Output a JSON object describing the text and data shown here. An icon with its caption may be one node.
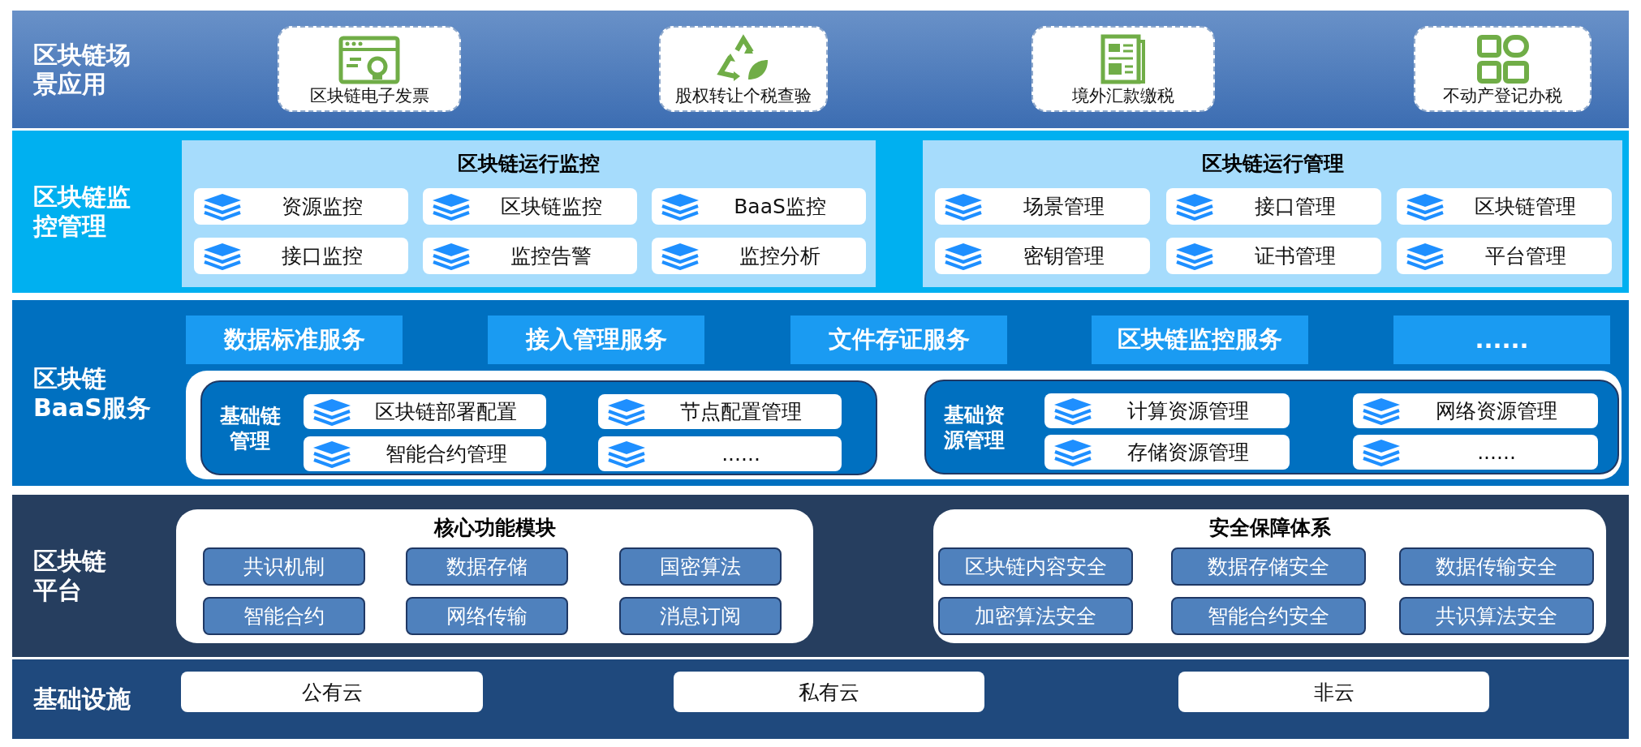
{
  "diagram": {
    "nodes": [
      {
        "text": [
          "区块链场景应用"
        ]
      },
      {
        "text": [
          "区块链电子发票"
        ],
        "in": 0
      },
      {
        "text": [
          "股权转让个税查验"
        ],
        "in": 0
      },
      {
        "text": [
          "境外汇款缴税"
        ],
        "in": 0
      },
      {
        "text": [
          "不动产登记办税"
        ],
        "in": 0
      },
      {
        "text": [
          "区块链监控管理"
        ]
      },
      {
        "text": [
          "区块链运行监控"
        ],
        "in": 5
      },
      {
        "text": [
          "资源监控"
        ],
        "in": 6
      },
      {
        "text": [
          "区块链监控"
        ],
        "in": 6
      },
      {
        "text": [
          "BaaS监控"
        ],
        "in": 6
      },
      {
        "text": [
          "接口监控"
        ],
        "in": 6
      },
      {
        "text": [
          "监控告警"
        ],
        "in": 6
      },
      {
        "text": [
          "监控分析"
        ],
        "in": 6
      },
      {
        "text": [
          "区块链运行管理"
        ],
        "in": 5
      },
      {
        "text": [
          "场景管理"
        ],
        "in": 13
      },
      {
        "text": [
          "接口管理"
        ],
        "in": 13
      },
      {
        "text": [
          "区块链管理"
        ],
        "in": 13
      },
      {
        "text": [
          "密钥管理"
        ],
        "in": 13
      },
      {
        "text": [
          "证书管理"
        ],
        "in": 13
      },
      {
        "text": [
          "平台管理"
        ],
        "in": 13
      },
      {
        "text": [
          "区块链BaaS服务"
        ]
      },
      {
        "text": [
          "数据标准服务"
        ],
        "in": 20
      },
      {
        "text": [
          "接入管理服务"
        ],
        "in": 20
      },
      {
        "text": [
          "文件存证服务"
        ],
        "in": 20
      },
      {
        "text": [
          "区块链监控服务"
        ],
        "in": 20
      },
      {
        "text": [
          "......"
        ],
        "in": 20
      },
      {
        "text": [],
        "shape": "box",
        "in": 20
      },
      {
        "text": [
          "基础链管理"
        ],
        "in": 26
      },
      {
        "text": [
          "区块链部署配置"
        ],
        "in": 27
      },
      {
        "text": [
          "节点配置管理"
        ],
        "in": 27
      },
      {
        "text": [
          "智能合约管理"
        ],
        "in": 27
      },
      {
        "text": [
          "......"
        ],
        "in": 27
      },
      {
        "text": [
          "基础资源管理"
        ],
        "in": 26
      },
      {
        "text": [
          "计算资源管理"
        ],
        "in": 32
      },
      {
        "text": [
          "网络资源管理"
        ],
        "in": 32
      },
      {
        "text": [
          "存储资源管理"
        ],
        "in": 32
      },
      {
        "text": [
          "......"
        ],
        "in": 32
      },
      {
        "text": [
          "区块链平台"
        ]
      },
      {
        "text": [
          "核心功能模块"
        ],
        "in": 37
      },
      {
        "text": [
          "共识机制"
        ],
        "in": 38
      },
      {
        "text": [
          "数据存储"
        ],
        "in": 38
      },
      {
        "text": [
          "国密算法"
        ],
        "in": 38
      },
      {
        "text": [
          "智能合约"
        ],
        "in": 38
      },
      {
        "text": [
          "网络传输"
        ],
        "in": 38
      },
      {
        "text": [
          "消息订阅"
        ],
        "in": 38
      },
      {
        "text": [
          "安全保障体系"
        ],
        "in": 37
      },
      {
        "text": [
          "区块链内容安全"
        ],
        "in": 45
      },
      {
        "text": [
          "数据存储安全"
        ],
        "in": 45
      },
      {
        "text": [
          "数据传输安全"
        ],
        "in": 45
      },
      {
        "text": [
          "加密算法安全"
        ],
        "in": 45
      },
      {
        "text": [
          "智能合约安全"
        ],
        "in": 45
      },
      {
        "text": [
          "共识算法安全"
        ],
        "in": 45
      },
      {
        "text": [
          "基础设施"
        ]
      },
      {
        "text": [
          "公有云"
        ],
        "in": 52
      },
      {
        "text": [
          "私有云"
        ],
        "in": 52
      },
      {
        "text": [
          "非云"
        ],
        "in": 52
      }
    ]
  }
}
